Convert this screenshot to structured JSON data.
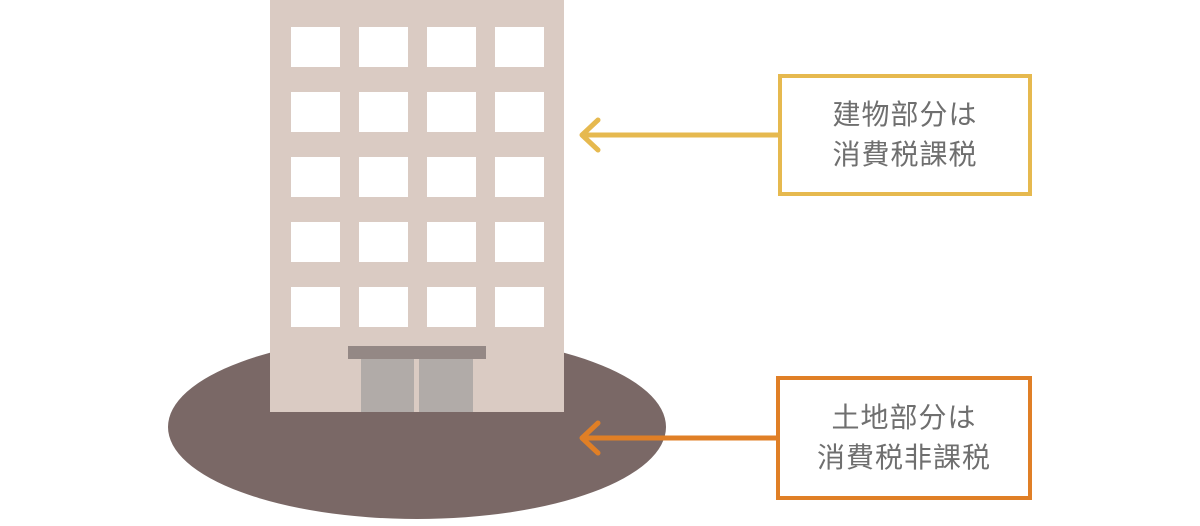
{
  "colors": {
    "building_wall": "#dacbc3",
    "window": "#ffffff",
    "ground": "#7a6866",
    "canopy": "#948885",
    "door": "#b1aba8",
    "building_accent": "#e6b94f",
    "land_accent": "#e07f26",
    "label_text": "#6f6f6f"
  },
  "building_label": {
    "line1": "建物部分は",
    "line2": "消費税課税"
  },
  "land_label": {
    "line1": "土地部分は",
    "line2": "消費税非課税"
  }
}
